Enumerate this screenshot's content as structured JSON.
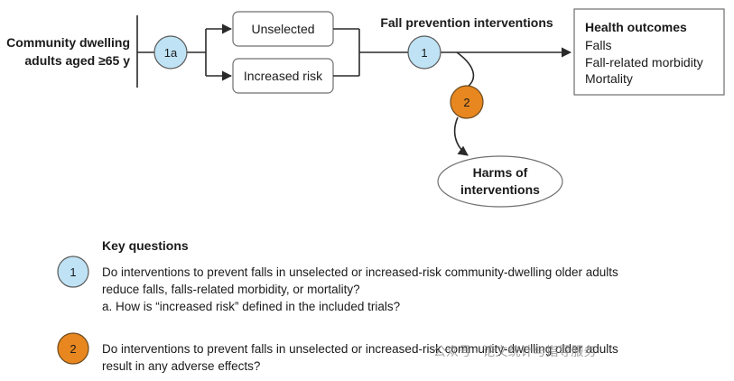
{
  "population": {
    "line1": "Community dwelling",
    "line2": "adults aged ≥65 y"
  },
  "markers": {
    "kq1": "1",
    "kq1a": "1a",
    "kq2": "2"
  },
  "groups": {
    "unselected": "Unselected",
    "increased_risk": "Increased risk"
  },
  "interventions_label": "Fall prevention interventions",
  "outcomes": {
    "title": "Health outcomes",
    "items": [
      "Falls",
      "Fall-related morbidity",
      "Mortality"
    ]
  },
  "harms": {
    "line1": "Harms of",
    "line2": "interventions"
  },
  "key_questions": {
    "title": "Key questions",
    "q1": {
      "number": "1",
      "line1": "Do interventions to prevent falls in unselected or increased-risk community-dwelling older adults",
      "line2": "reduce falls, falls-related morbidity, or mortality?",
      "line3": "a. How is “increased risk” defined in the included trials?"
    },
    "q2": {
      "number": "2",
      "line1": "Do interventions to prevent falls in unselected or increased-risk community-dwelling older adults",
      "line2": "result in any adverse effects?"
    }
  },
  "watermark": "公众号 · 论文统计与指导服务",
  "colors": {
    "blue_marker": "#bfe3f5",
    "orange_marker": "#e8871f"
  }
}
